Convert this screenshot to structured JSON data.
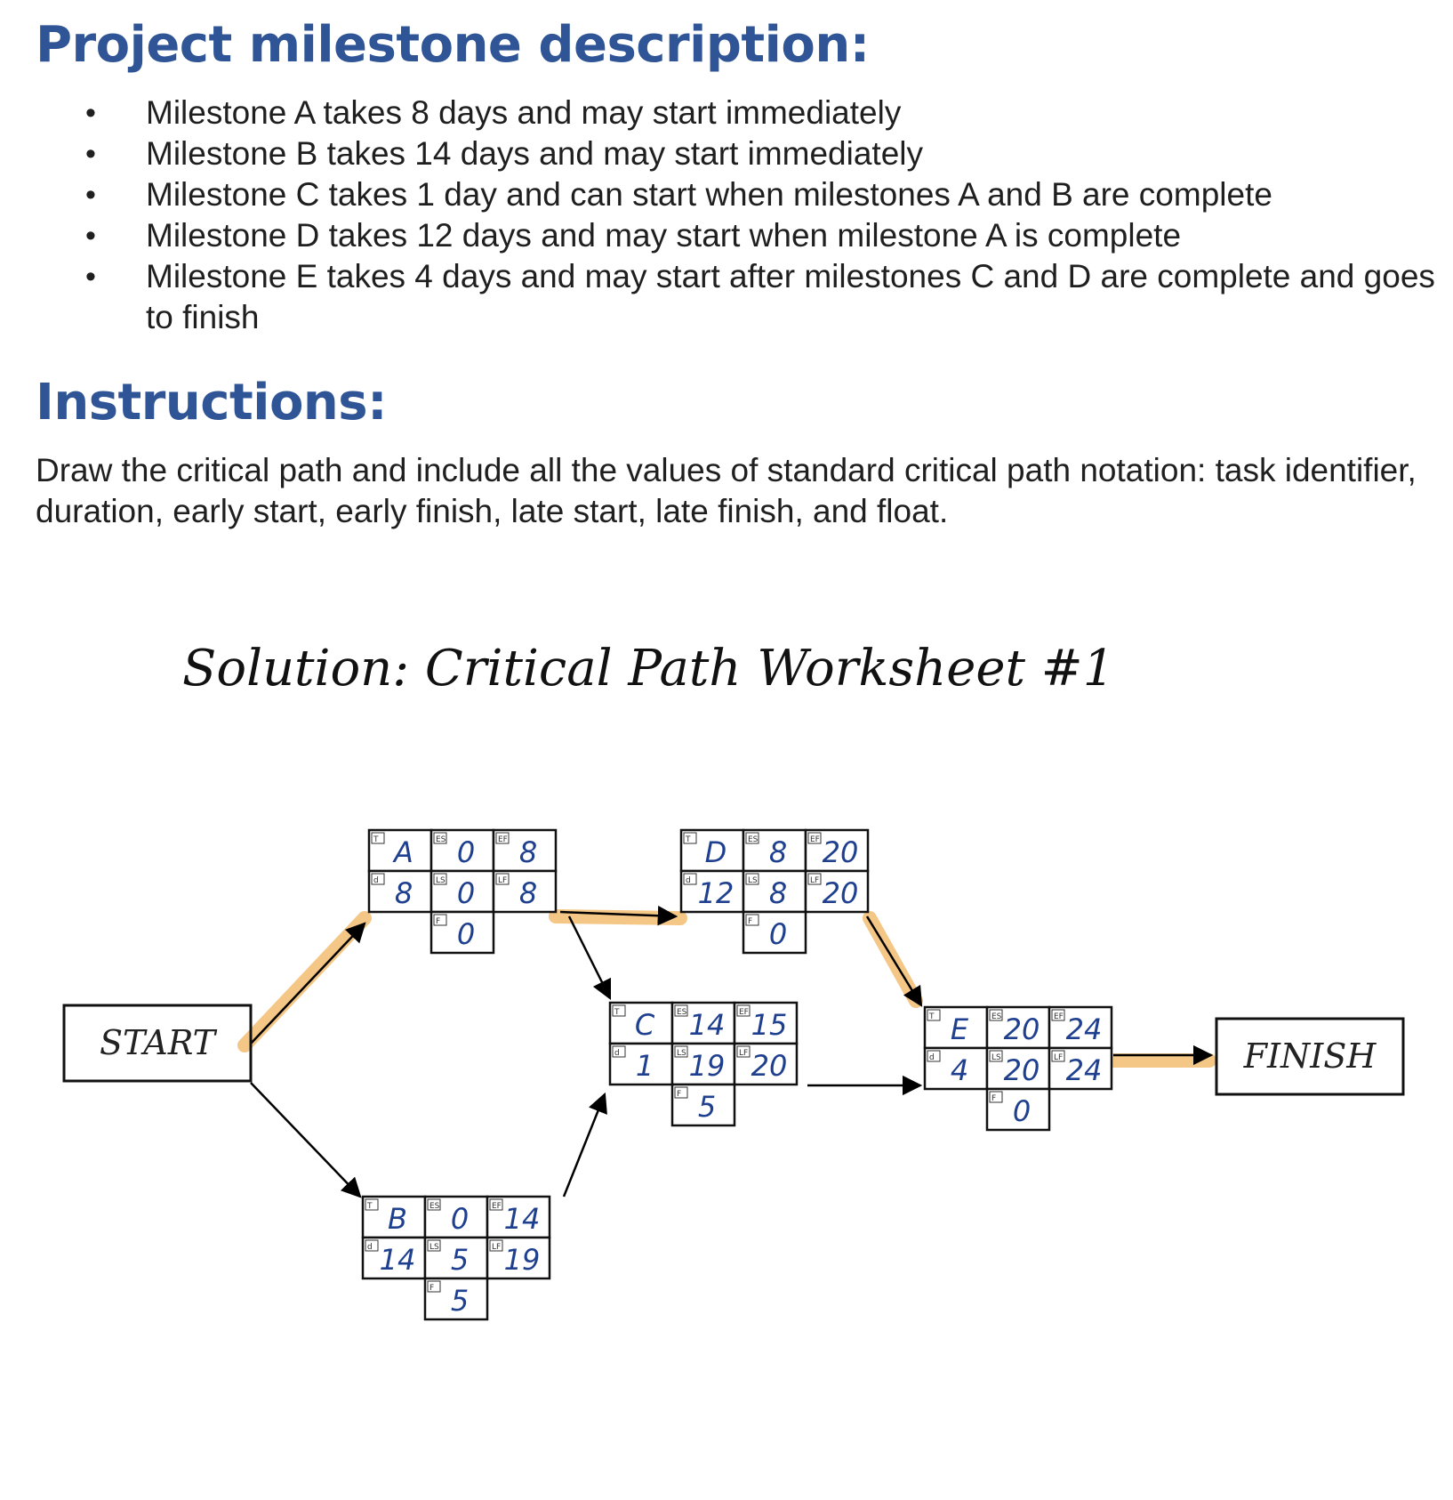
{
  "heading1": "Project milestone description:",
  "milestones": [
    "Milestone A takes 8 days and may start immediately",
    "Milestone B takes 14 days and may start immediately",
    "Milestone C takes 1 day and can start when milestones A and B are complete",
    "Milestone D takes 12 days and may start when milestone A is complete",
    "Milestone E takes 4 days and may start after milestones C and D are complete and goes to finish"
  ],
  "heading2": "Instructions:",
  "instructions": "Draw the critical path and include all the values of standard critical path notation: task identifier, duration, early start, early finish, late start, late finish, and float.",
  "diagram": {
    "title": "Solution: Critical Path Worksheet #1",
    "start_label": "START",
    "finish_label": "FINISH",
    "cell_tags": {
      "task": "T",
      "duration": "d",
      "es": "ES",
      "ef": "EF",
      "ls": "LS",
      "lf": "LF",
      "float": "F"
    },
    "highlight_color": "#f5c27a",
    "ink_color": "#1f3f8f",
    "nodes": [
      {
        "id": "A",
        "duration": "8",
        "es": "0",
        "ef": "8",
        "ls": "0",
        "lf": "8",
        "float": "0"
      },
      {
        "id": "B",
        "duration": "14",
        "es": "0",
        "ef": "14",
        "ls": "5",
        "lf": "19",
        "float": "5"
      },
      {
        "id": "C",
        "duration": "1",
        "es": "14",
        "ef": "15",
        "ls": "19",
        "lf": "20",
        "float": "5"
      },
      {
        "id": "D",
        "duration": "12",
        "es": "8",
        "ef": "20",
        "ls": "8",
        "lf": "20",
        "float": "0"
      },
      {
        "id": "E",
        "duration": "4",
        "es": "20",
        "ef": "24",
        "ls": "20",
        "lf": "24",
        "float": "0"
      }
    ]
  }
}
